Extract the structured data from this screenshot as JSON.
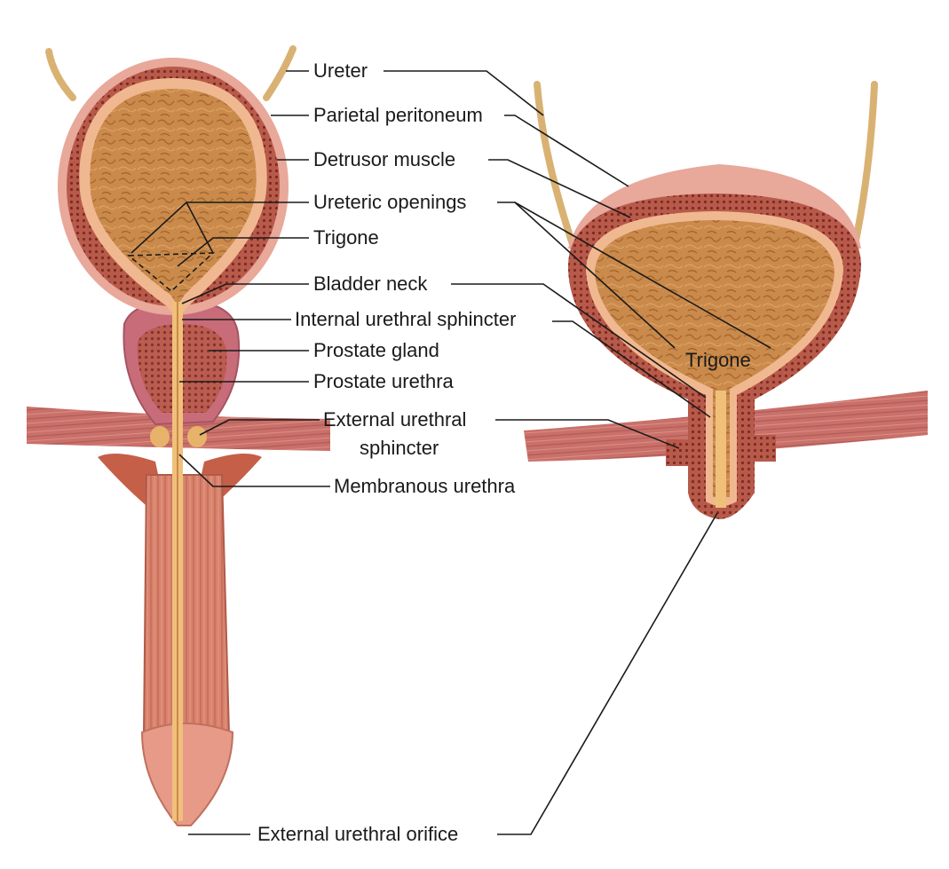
{
  "labels": {
    "ureter": "Ureter",
    "parietal_peritoneum": "Parietal peritoneum",
    "detrusor_muscle": "Detrusor muscle",
    "ureteric_openings": "Ureteric openings",
    "trigone": "Trigone",
    "bladder_neck": "Bladder neck",
    "internal_urethral_sphincter": "Internal urethral sphincter",
    "prostate_gland": "Prostate gland",
    "prostate_urethra": "Prostate urethra",
    "external_urethral_sphincter_line1": "External urethral",
    "external_urethral_sphincter_line2": "sphincter",
    "membranous_urethra": "Membranous urethra",
    "external_urethral_orifice": "External urethral orifice",
    "trigone_right": "Trigone"
  },
  "colors": {
    "bladder_interior": "#c98a4b",
    "bladder_wall": "#b85a4a",
    "wall_dots": "#7e2b26",
    "peritoneum": "#e8a89a",
    "ureter": "#d9b273",
    "muscle_band": "#c9706a",
    "prostate": "#c86c7a",
    "penis": "#d88a78",
    "urethra": "#f0c07a",
    "text": "#1a1a1a"
  }
}
